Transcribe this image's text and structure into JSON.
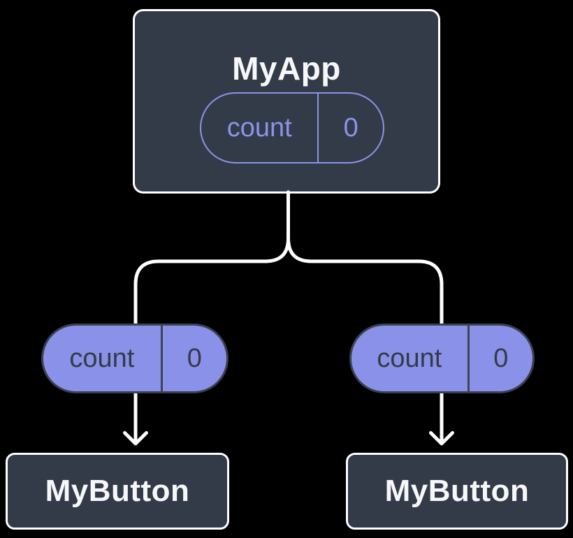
{
  "diagram": {
    "root": {
      "title": "MyApp",
      "state": {
        "name": "count",
        "value": "0"
      }
    },
    "children": [
      {
        "prop": {
          "name": "count",
          "value": "0"
        },
        "title": "MyButton"
      },
      {
        "prop": {
          "name": "count",
          "value": "0"
        },
        "title": "MyButton"
      }
    ]
  },
  "colors": {
    "background": "#000000",
    "node_fill": "#343b48",
    "node_border": "#ffffff",
    "node_text": "#f6f7f9",
    "pill_fill_purple": "#8a91e9",
    "pill_outline_purple": "#8b93ea",
    "pill_text_dark": "#343b48",
    "pill_divider_dark": "#3d4452",
    "connector": "#ffffff"
  }
}
